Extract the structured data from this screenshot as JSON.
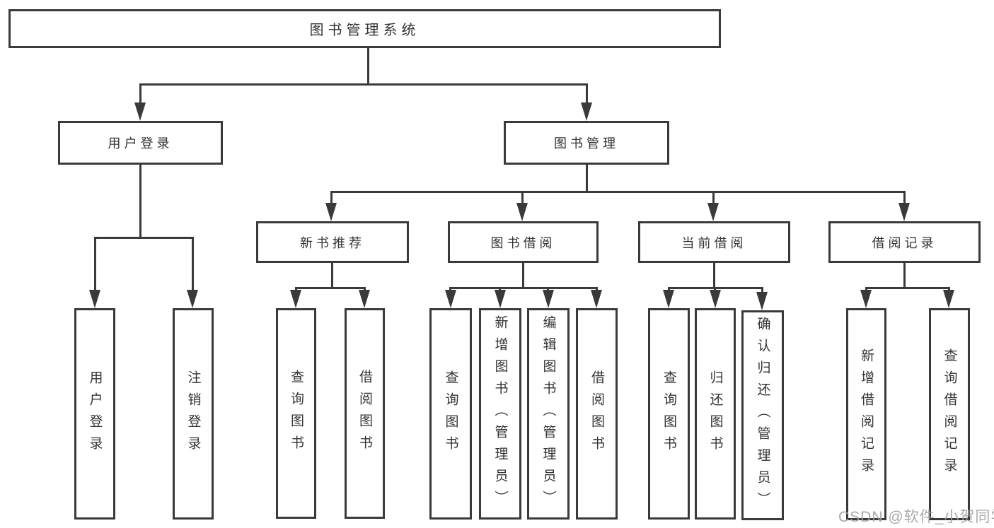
{
  "tree": {
    "root": {
      "label": "图书管理系统",
      "children": [
        {
          "label": "用户登录",
          "children": [
            {
              "label": "用户登录"
            },
            {
              "label": "注销登录"
            }
          ]
        },
        {
          "label": "图书管理",
          "children": [
            {
              "label": "新书推荐",
              "children": [
                {
                  "label": "查询图书"
                },
                {
                  "label": "借阅图书"
                }
              ]
            },
            {
              "label": "图书借阅",
              "children": [
                {
                  "label": "查询图书"
                },
                {
                  "label": "新增图书（管理员）"
                },
                {
                  "label": "编辑图书（管理员）"
                },
                {
                  "label": "借阅图书"
                }
              ]
            },
            {
              "label": "当前借阅",
              "children": [
                {
                  "label": "查询图书"
                },
                {
                  "label": "归还图书"
                },
                {
                  "label": "确认归还（管理员）"
                }
              ]
            },
            {
              "label": "借阅记录",
              "children": [
                {
                  "label": "新增借阅记录"
                },
                {
                  "label": "查询借阅记录"
                }
              ]
            }
          ]
        }
      ]
    }
  },
  "watermark": {
    "text": "CSDN @软件_小贺同学"
  },
  "colors": {
    "line": "#3a3a3a",
    "text": "#333333",
    "watermark": "#a2a2a2",
    "background": "#ffffff"
  }
}
